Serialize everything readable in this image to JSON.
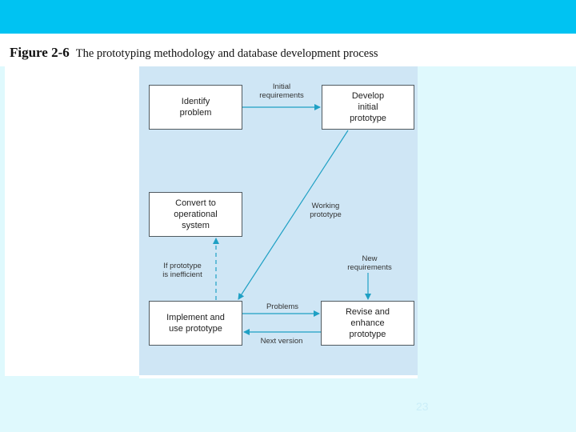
{
  "caption": {
    "figure": "Figure 2-6",
    "title": "The prototyping methodology and database development process"
  },
  "boxes": {
    "identify": "Identify\nproblem",
    "develop": "Develop\ninitial\nprototype",
    "convert": "Convert to\noperational\nsystem",
    "implement": "Implement and\nuse prototype",
    "revise": "Revise and\nenhance\nprototype"
  },
  "labels": {
    "initial_requirements": "Initial\nrequirements",
    "working_prototype": "Working\nprototype",
    "if_inefficient": "If prototype\nis inefficient",
    "new_requirements": "New\nrequirements",
    "problems": "Problems",
    "next_version": "Next version"
  },
  "colors": {
    "arrow": "#1fa0c4",
    "header": "#00c3f2",
    "diagram_bg": "#cfe6f5"
  },
  "page_number": "23"
}
